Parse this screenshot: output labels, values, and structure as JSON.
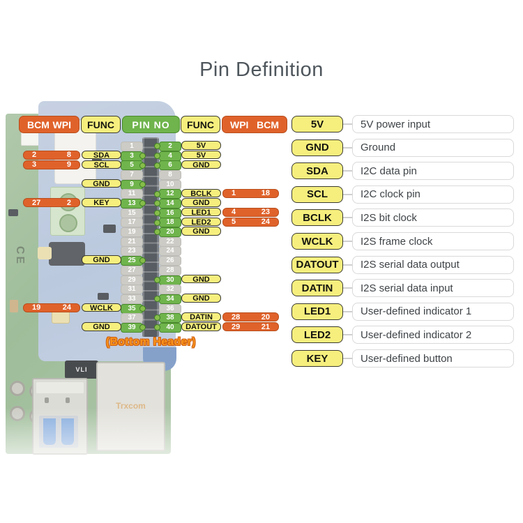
{
  "title": "Pin Definition",
  "colors": {
    "orange": "#e0622b",
    "yellow": "#f6ef7e",
    "green": "#6fb44c",
    "unused_gray": "#cccbc5",
    "title_gray": "#4e565c",
    "bottom_label_orange": "#f8941c"
  },
  "pin_table": {
    "headers": {
      "left_nums": [
        "BCM",
        "WPI"
      ],
      "left_func": "FUNC",
      "pin_no": "PIN NO",
      "right_func": "FUNC",
      "right_nums": [
        "WPI",
        "BCM"
      ]
    },
    "bottom_label": "(Bottom Header)",
    "rows": [
      {
        "left": {
          "no": 1,
          "used": false
        },
        "right": {
          "no": 2,
          "used": true,
          "func": "5V"
        }
      },
      {
        "left": {
          "no": 3,
          "used": true,
          "func": "SDA",
          "bcm": 2,
          "wpi": 8
        },
        "right": {
          "no": 4,
          "used": true,
          "func": "5V"
        }
      },
      {
        "left": {
          "no": 5,
          "used": true,
          "func": "SCL",
          "bcm": 3,
          "wpi": 9
        },
        "right": {
          "no": 6,
          "used": true,
          "func": "GND"
        }
      },
      {
        "left": {
          "no": 7,
          "used": false
        },
        "right": {
          "no": 8,
          "used": false
        }
      },
      {
        "left": {
          "no": 9,
          "used": true,
          "func": "GND"
        },
        "right": {
          "no": 10,
          "used": false
        }
      },
      {
        "left": {
          "no": 11,
          "used": false
        },
        "right": {
          "no": 12,
          "used": true,
          "func": "BCLK",
          "wpi": 1,
          "bcm": 18
        }
      },
      {
        "left": {
          "no": 13,
          "used": true,
          "func": "KEY",
          "bcm": 27,
          "wpi": 2
        },
        "right": {
          "no": 14,
          "used": true,
          "func": "GND"
        }
      },
      {
        "left": {
          "no": 15,
          "used": false
        },
        "right": {
          "no": 16,
          "used": true,
          "func": "LED1",
          "wpi": 4,
          "bcm": 23
        }
      },
      {
        "left": {
          "no": 17,
          "used": false
        },
        "right": {
          "no": 18,
          "used": true,
          "func": "LED2",
          "wpi": 5,
          "bcm": 24
        }
      },
      {
        "left": {
          "no": 19,
          "used": false
        },
        "right": {
          "no": 20,
          "used": true,
          "func": "GND"
        }
      },
      {
        "left": {
          "no": 21,
          "used": false
        },
        "right": {
          "no": 22,
          "used": false
        }
      },
      {
        "left": {
          "no": 23,
          "used": false
        },
        "right": {
          "no": 24,
          "used": false
        }
      },
      {
        "left": {
          "no": 25,
          "used": true,
          "func": "GND"
        },
        "right": {
          "no": 26,
          "used": false
        }
      },
      {
        "left": {
          "no": 27,
          "used": false
        },
        "right": {
          "no": 28,
          "used": false
        }
      },
      {
        "left": {
          "no": 29,
          "used": false
        },
        "right": {
          "no": 30,
          "used": true,
          "func": "GND"
        }
      },
      {
        "left": {
          "no": 31,
          "used": false
        },
        "right": {
          "no": 32,
          "used": false
        }
      },
      {
        "left": {
          "no": 33,
          "used": false
        },
        "right": {
          "no": 34,
          "used": true,
          "func": "GND"
        }
      },
      {
        "left": {
          "no": 35,
          "used": true,
          "func": "WCLK",
          "bcm": 19,
          "wpi": 24
        },
        "right": {
          "no": 36,
          "used": false
        }
      },
      {
        "left": {
          "no": 37,
          "used": false
        },
        "right": {
          "no": 38,
          "used": true,
          "func": "DATIN",
          "wpi": 28,
          "bcm": 20
        }
      },
      {
        "left": {
          "no": 39,
          "used": true,
          "func": "GND"
        },
        "right": {
          "no": 40,
          "used": true,
          "func": "DATOUT",
          "wpi": 29,
          "bcm": 21
        }
      }
    ]
  },
  "legend": [
    {
      "name": "5V",
      "desc": "5V power input"
    },
    {
      "name": "GND",
      "desc": "Ground"
    },
    {
      "name": "SDA",
      "desc": "I2C data pin"
    },
    {
      "name": "SCL",
      "desc": "I2C clock pin"
    },
    {
      "name": "BCLK",
      "desc": "I2S bit clock"
    },
    {
      "name": "WCLK",
      "desc": "I2S frame clock"
    },
    {
      "name": "DATOUT",
      "desc": "I2S serial data output"
    },
    {
      "name": "DATIN",
      "desc": "I2S serial data input"
    },
    {
      "name": "LED1",
      "desc": "User-defined indicator 1"
    },
    {
      "name": "LED2",
      "desc": "User-defined indicator 2"
    },
    {
      "name": "KEY",
      "desc": "User-defined button"
    }
  ],
  "photo_labels": {
    "ce_mark": "CE",
    "usb_controller": "VLI",
    "ethernet_jack": "Trxcom"
  }
}
